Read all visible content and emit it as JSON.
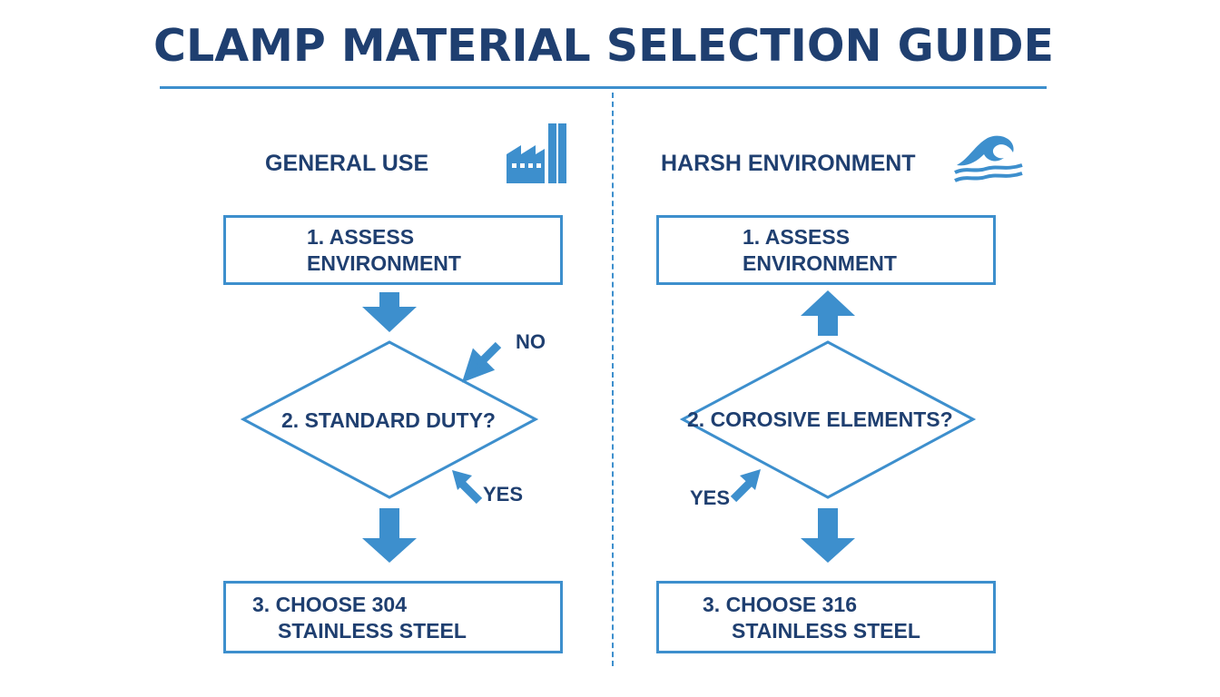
{
  "title": "CLAMP MATERIAL SELECTION GUIDE",
  "colors": {
    "accent": "#3d8fcd",
    "text": "#1f3f70",
    "background": "#ffffff"
  },
  "left": {
    "heading": "GENERAL USE",
    "icon": "factory-icon",
    "step1": {
      "line1": "1. ASSESS",
      "line2": "ENVIRONMENT"
    },
    "step2": "2. STANDARD DUTY?",
    "no_label": "NO",
    "yes_label": "YES",
    "step3": {
      "line1": "3. CHOOSE 304",
      "line2": "STAINLESS STEEL"
    }
  },
  "right": {
    "heading": "HARSH ENVIRONMENT",
    "icon": "wave-icon",
    "step1": {
      "line1": "1. ASSESS",
      "line2": "ENVIRONMENT"
    },
    "step2": "2. COROSIVE ELEMENTS?",
    "yes_label": "YES",
    "step3": {
      "line1": "3. CHOOSE 316",
      "line2": "STAINLESS STEEL"
    }
  }
}
